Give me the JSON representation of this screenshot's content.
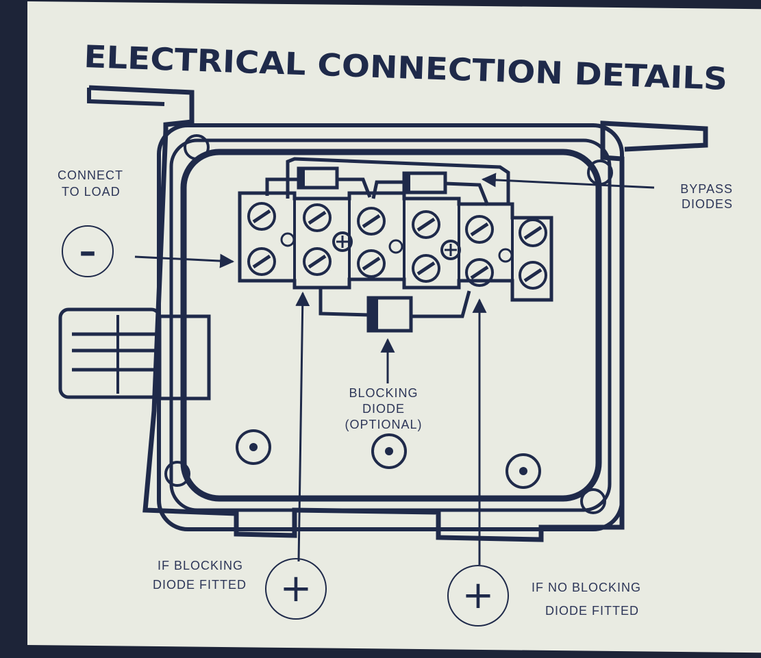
{
  "title": "ELECTRICAL CONNECTION DETAILS",
  "labels": {
    "connect_line1": "CONNECT",
    "connect_line2": "TO LOAD",
    "bypass_line1": "BYPASS",
    "bypass_line2": "DIODES",
    "blocking_line1": "BLOCKING",
    "blocking_line2": "DIODE",
    "blocking_line3": "(OPTIONAL)",
    "if_blocking_line1": "IF BLOCKING",
    "if_blocking_line2": "DIODE FITTED",
    "if_no_blocking_line1": "IF NO BLOCKING",
    "if_no_blocking_line2": "DIODE FITTED"
  },
  "symbols": {
    "negative": "–",
    "positive": "+"
  },
  "colors": {
    "ink": "#1f2a4a",
    "paper": "#e9ebe2",
    "background": "#1d2438"
  }
}
